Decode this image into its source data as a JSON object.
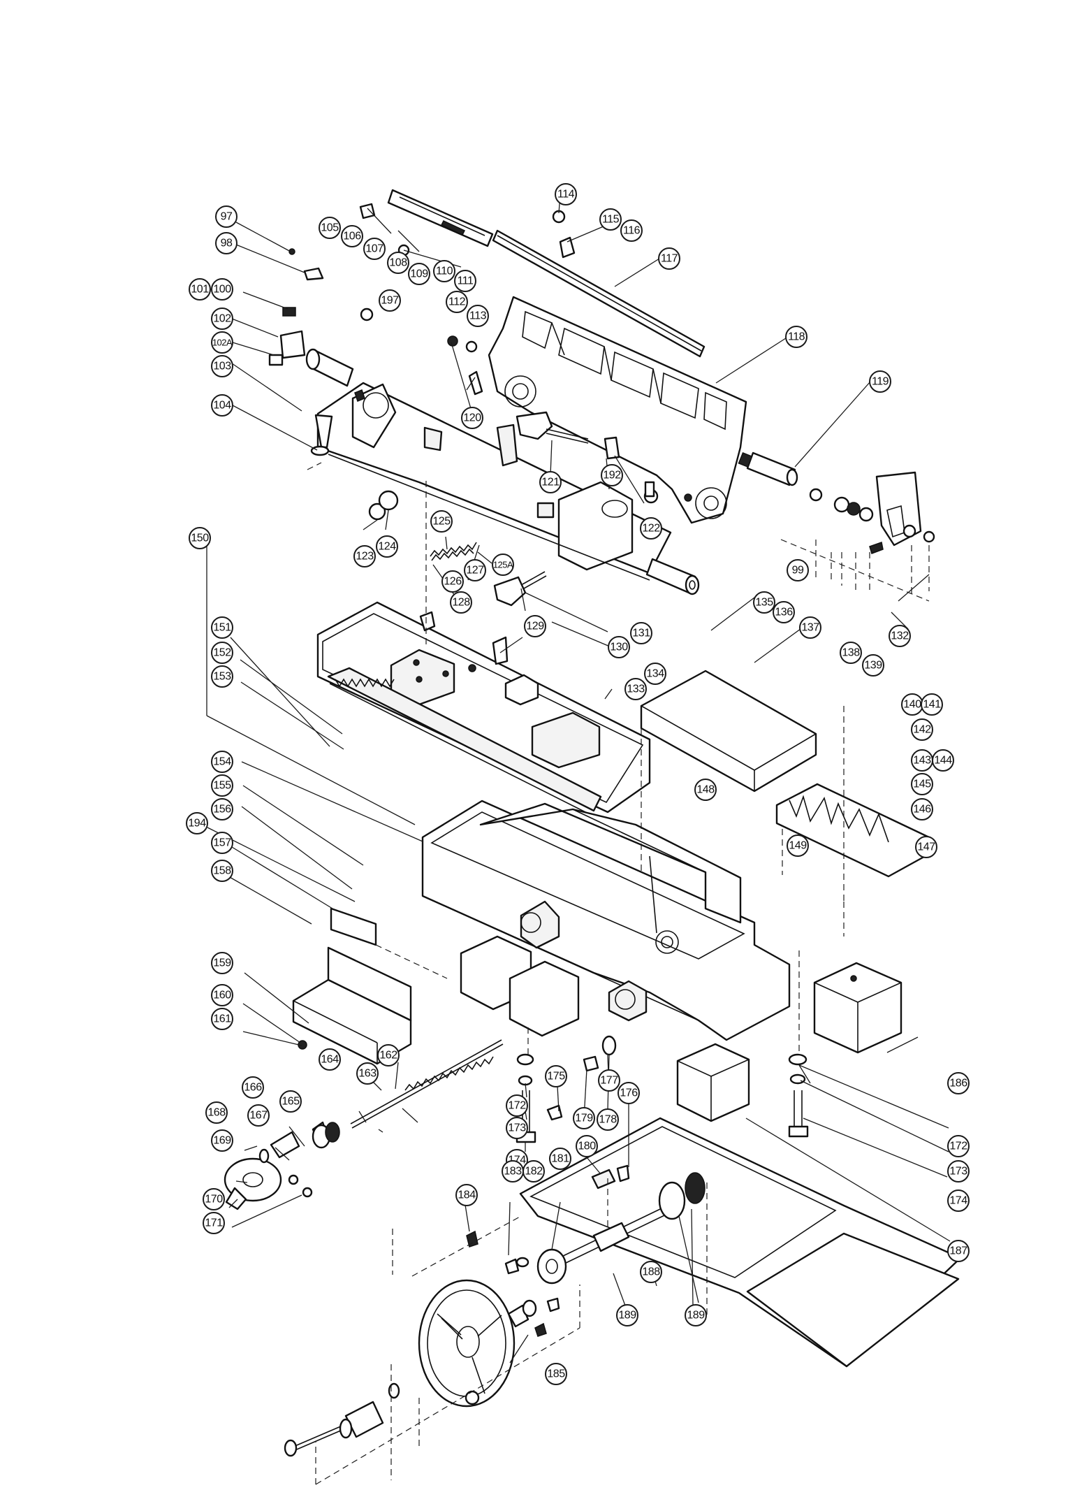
{
  "diagram": {
    "callouts": {
      "c97": "97",
      "c98": "98",
      "c100": "100",
      "c101": "101",
      "c102": "102",
      "c102a": "102A",
      "c103": "103",
      "c104": "104",
      "c105": "105",
      "c106": "106",
      "c107": "107",
      "c108": "108",
      "c109": "109",
      "c110": "110",
      "c111": "111",
      "c112": "112",
      "c113": "113",
      "c114": "114",
      "c115": "115",
      "c116": "116",
      "c117": "117",
      "c118": "118",
      "c119": "119",
      "c120": "120",
      "c121": "121",
      "c122": "122",
      "c123": "123",
      "c124": "124",
      "c125": "125",
      "c125a": "125A",
      "c126": "126",
      "c127": "127",
      "c128": "128",
      "c129": "129",
      "c130": "130",
      "c131": "131",
      "c132": "132",
      "c133": "133",
      "c134": "134",
      "c135": "135",
      "c136": "136",
      "c137": "137",
      "c138": "138",
      "c139": "139",
      "c140": "140",
      "c141": "141",
      "c142": "142",
      "c143": "143",
      "c144": "144",
      "c145": "145",
      "c146": "146",
      "c147": "147",
      "c148": "148",
      "c149": "149",
      "c150": "150",
      "c151": "151",
      "c152": "152",
      "c153": "153",
      "c154": "154",
      "c155": "155",
      "c156": "156",
      "c157": "157",
      "c158": "158",
      "c159": "159",
      "c160": "160",
      "c161": "161",
      "c162": "162",
      "c163": "163",
      "c164": "164",
      "c165": "165",
      "c166": "166",
      "c167": "167",
      "c168": "168",
      "c169": "169",
      "c170": "170",
      "c171": "171",
      "c172": "172",
      "c172b": "172",
      "c173": "173",
      "c173b": "173",
      "c174": "174",
      "c174b": "174",
      "c175": "175",
      "c176": "176",
      "c177": "177",
      "c178": "178",
      "c179": "179",
      "c180": "180",
      "c181": "181",
      "c182": "182",
      "c183": "183",
      "c184": "184",
      "c185": "185",
      "c186": "186",
      "c187": "187",
      "c188": "188",
      "c189": "189",
      "c189b": "189",
      "c192": "192",
      "c194": "194",
      "c197": "197",
      "c99": "99"
    }
  }
}
